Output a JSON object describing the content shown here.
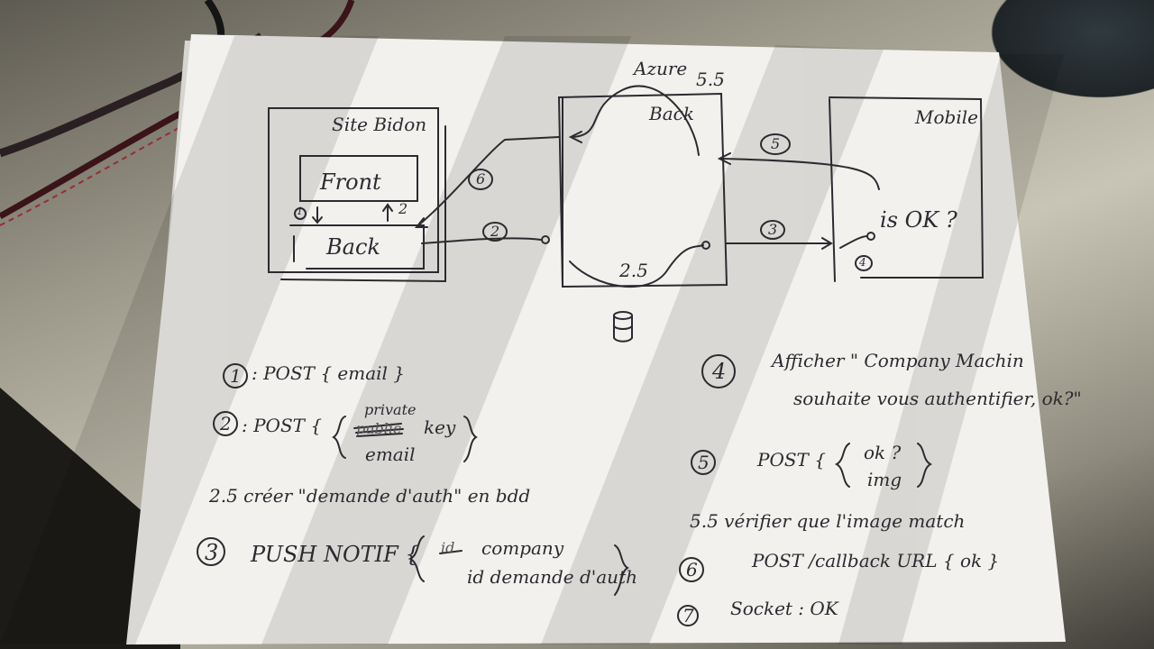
{
  "diagram": {
    "site_title": "Site Bidon",
    "front_label": "Front",
    "site_back_label": "Back",
    "step1_marker": "1",
    "step2_marker": "2",
    "server_back_label": "Back",
    "azure_label": "Azure",
    "step_5_5_label": "5.5",
    "step_2_5_label": "2.5",
    "mobile_title": "Mobile",
    "is_ok_text": "is OK ?",
    "circle_markers": {
      "c2": "2",
      "c3": "3",
      "c4": "4",
      "c5": "5",
      "c6": "6"
    }
  },
  "notes": {
    "left": [
      {
        "num": "1",
        "text": ": POST { email }"
      },
      {
        "num": "2",
        "text": ": POST {",
        "struck": "public",
        "above": "private",
        "after": "key",
        "below": "email",
        "close": "}"
      },
      {
        "num": "",
        "text": "2.5 créer \"demande d'auth\" en bdd"
      },
      {
        "num": "3",
        "text": "PUSH NOTIF {",
        "struck": "id",
        "line1": "company",
        "line2": "id demande d'auth",
        "close": "}"
      }
    ],
    "right": [
      {
        "num": "4",
        "text": "Afficher \" Company Machin",
        "line2": "souhaite vous authentifier, ok?\""
      },
      {
        "num": "5",
        "text": "POST {",
        "line1": "ok ?",
        "line2": "img",
        "close": "}"
      },
      {
        "num": "",
        "text": "5.5  vérifier que l'image match"
      },
      {
        "num": "6",
        "text": "POST /callback URL { ok }"
      },
      {
        "num": "7",
        "text": "Socket : OK"
      }
    ]
  }
}
